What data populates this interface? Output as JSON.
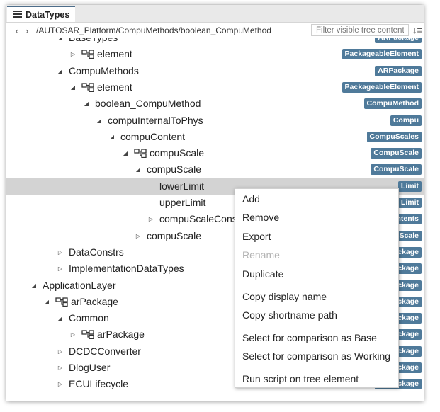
{
  "tab": {
    "title": "DataTypes"
  },
  "nav": {
    "back": "‹",
    "forward": "›",
    "path": "/AUTOSAR_Platform/CompuMethods/boolean_CompuMethod"
  },
  "filter": {
    "placeholder": "Filter visible tree content"
  },
  "tree": [
    {
      "label": "BaseTypes",
      "badge": "ARPackage",
      "toggle": "◢",
      "icon": false
    },
    {
      "label": "element",
      "badge": "PackageableElement",
      "toggle": "▷",
      "icon": true
    },
    {
      "label": "CompuMethods",
      "badge": "ARPackage",
      "toggle": "◢",
      "icon": false
    },
    {
      "label": "element",
      "badge": "PackageableElement",
      "toggle": "◢",
      "icon": true
    },
    {
      "label": "boolean_CompuMethod",
      "badge": "CompuMethod",
      "toggle": "◢",
      "icon": false
    },
    {
      "label": "compuInternalToPhys",
      "badge": "Compu",
      "toggle": "◢",
      "icon": false
    },
    {
      "label": "compuContent",
      "badge": "CompuScales",
      "toggle": "◢",
      "icon": false
    },
    {
      "label": "compuScale",
      "badge": "CompuScale",
      "toggle": "◢",
      "icon": true
    },
    {
      "label": "compuScale",
      "badge": "CompuScale",
      "toggle": "◢",
      "icon": false
    },
    {
      "label": "lowerLimit",
      "badge": "Limit",
      "toggle": "",
      "icon": false
    },
    {
      "label": "upperLimit",
      "badge": "Limit",
      "toggle": "",
      "icon": false
    },
    {
      "label": "compuScaleConstantContents",
      "badge": "ntents",
      "toggle": "▷",
      "icon": false
    },
    {
      "label": "compuScale",
      "badge": "Scale",
      "toggle": "▷",
      "icon": false
    },
    {
      "label": "DataConstrs",
      "badge": "ckage",
      "toggle": "▷",
      "icon": false
    },
    {
      "label": "ImplementationDataTypes",
      "badge": "ckage",
      "toggle": "▷",
      "icon": false
    },
    {
      "label": "ApplicationLayer",
      "badge": "ckage",
      "toggle": "◢",
      "icon": false
    },
    {
      "label": "arPackage",
      "badge": "ckage",
      "toggle": "◢",
      "icon": true
    },
    {
      "label": "Common",
      "badge": "ckage",
      "toggle": "◢",
      "icon": false
    },
    {
      "label": "arPackage",
      "badge": "ckage",
      "toggle": "▷",
      "icon": true
    },
    {
      "label": "DCDCConverter",
      "badge": "ckage",
      "toggle": "▷",
      "icon": false
    },
    {
      "label": "DlogUser",
      "badge": "ckage",
      "toggle": "▷",
      "icon": false
    },
    {
      "label": "ECULifecycle",
      "badge": "ARPackage",
      "toggle": "▷",
      "icon": false
    }
  ],
  "context_menu": {
    "add": "Add",
    "remove": "Remove",
    "export": "Export",
    "rename": "Rename",
    "duplicate": "Duplicate",
    "copy_display_name": "Copy display name",
    "copy_shortname_path": "Copy shortname path",
    "compare_base": "Select for comparison as Base",
    "compare_working": "Select for comparison as Working",
    "run_script": "Run script on tree element"
  },
  "colors": {
    "badge": "#4f7a9a",
    "selection": "#d3d3d3",
    "tab_accent": "#4d6d8a"
  }
}
